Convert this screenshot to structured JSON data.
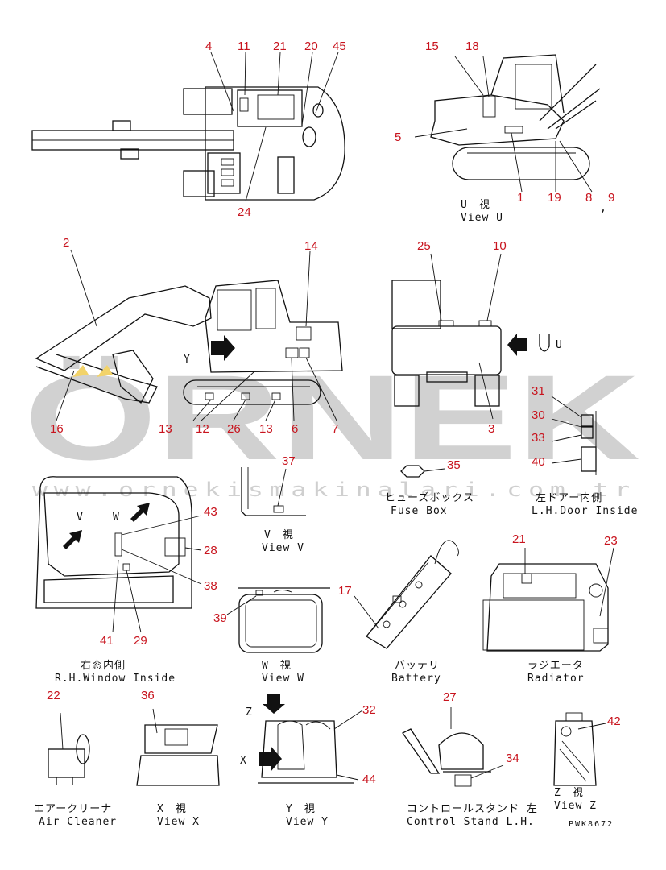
{
  "watermark": {
    "text": "ÖRNEK",
    "url": "www.ornekismakinalari.com.tr"
  },
  "doc_code": "PWK8672",
  "stray_mark": ",",
  "labels": {
    "n1": "1",
    "n2": "2",
    "n3": "3",
    "n4": "4",
    "n5": "5",
    "n6": "6",
    "n7": "7",
    "n8": "8",
    "n9": "9",
    "n10": "10",
    "n11": "11",
    "n12": "12",
    "n13a": "13",
    "n13b": "13",
    "n14": "14",
    "n15": "15",
    "n16": "16",
    "n17": "17",
    "n18": "18",
    "n19": "19",
    "n20": "20",
    "n21a": "21",
    "n21b": "21",
    "n22": "22",
    "n23": "23",
    "n24": "24",
    "n25": "25",
    "n26": "26",
    "n27": "27",
    "n28": "28",
    "n29": "29",
    "n30": "30",
    "n31": "31",
    "n32": "32",
    "n33": "33",
    "n34": "34",
    "n35": "35",
    "n36": "36",
    "n37": "37",
    "n38": "38",
    "n39": "39",
    "n40": "40",
    "n41": "41",
    "n42": "42",
    "n43": "43",
    "n44": "44",
    "n45": "45"
  },
  "view_letters": {
    "y": "Y",
    "v": "V",
    "w": "W",
    "u": "U",
    "z": "Z",
    "x": "X"
  },
  "captions": {
    "view_u_jp": "U　視",
    "view_u_en": "View U",
    "view_v_jp": "V　視",
    "view_v_en": "View V",
    "fuse_jp": "ヒューズボックス",
    "fuse_en": "Fuse Box",
    "door_jp": "左ドアー内側",
    "door_en": "L.H.Door Inside",
    "rwin_jp": "右窓内側",
    "rwin_en": "R.H.Window Inside",
    "view_w_jp": "W　視",
    "view_w_en": "View W",
    "battery_jp": "バッテリ",
    "battery_en": "Battery",
    "radiator_jp": "ラジエータ",
    "radiator_en": "Radiator",
    "air_jp": "エアークリーナ",
    "air_en": "Air Cleaner",
    "view_x_jp": "X　視",
    "view_x_en": "View X",
    "view_y_jp": "Y　視",
    "view_y_en": "View Y",
    "stand_jp": "コントロールスタンド 左",
    "stand_en": "Control Stand L.H.",
    "view_z_jp": "Z　視",
    "view_z_en": "View Z"
  }
}
